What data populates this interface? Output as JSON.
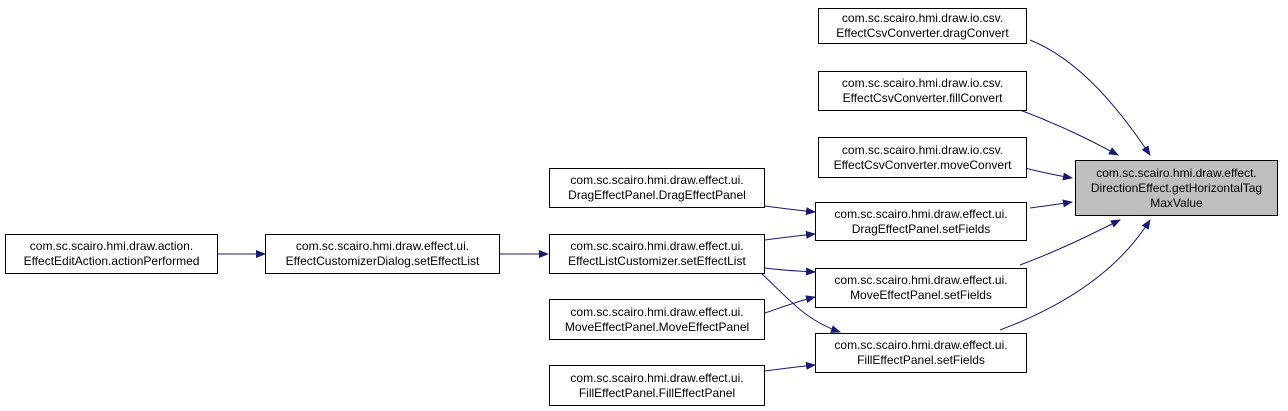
{
  "diagram": {
    "colors": {
      "edge": "#191970",
      "focus_fill": "#bfbfbf",
      "node_border": "#000000"
    },
    "nodes": {
      "focus": {
        "line1": "com.sc.scairo.hmi.draw.effect.",
        "line2": "DirectionEffect.getHorizontalTag",
        "line3": "MaxValue"
      },
      "drag_convert": {
        "line1": "com.sc.scairo.hmi.draw.io.csv.",
        "line2": "EffectCsvConverter.dragConvert"
      },
      "fill_convert": {
        "line1": "com.sc.scairo.hmi.draw.io.csv.",
        "line2": "EffectCsvConverter.fillConvert"
      },
      "move_convert": {
        "line1": "com.sc.scairo.hmi.draw.io.csv.",
        "line2": "EffectCsvConverter.moveConvert"
      },
      "drag_set_fields": {
        "line1": "com.sc.scairo.hmi.draw.effect.ui.",
        "line2": "DragEffectPanel.setFields"
      },
      "move_set_fields": {
        "line1": "com.sc.scairo.hmi.draw.effect.ui.",
        "line2": "MoveEffectPanel.setFields"
      },
      "fill_set_fields": {
        "line1": "com.sc.scairo.hmi.draw.effect.ui.",
        "line2": "FillEffectPanel.setFields"
      },
      "drag_ctor": {
        "line1": "com.sc.scairo.hmi.draw.effect.ui.",
        "line2": "DragEffectPanel.DragEffectPanel"
      },
      "list_customizer": {
        "line1": "com.sc.scairo.hmi.draw.effect.ui.",
        "line2": "EffectListCustomizer.setEffectList"
      },
      "move_ctor": {
        "line1": "com.sc.scairo.hmi.draw.effect.ui.",
        "line2": "MoveEffectPanel.MoveEffectPanel"
      },
      "fill_ctor": {
        "line1": "com.sc.scairo.hmi.draw.effect.ui.",
        "line2": "FillEffectPanel.FillEffectPanel"
      },
      "customizer_dialog": {
        "line1": "com.sc.scairo.hmi.draw.effect.ui.",
        "line2": "EffectCustomizerDialog.setEffectList"
      },
      "edit_action": {
        "line1": "com.sc.scairo.hmi.draw.action.",
        "line2": "EffectEditAction.actionPerformed"
      }
    }
  }
}
